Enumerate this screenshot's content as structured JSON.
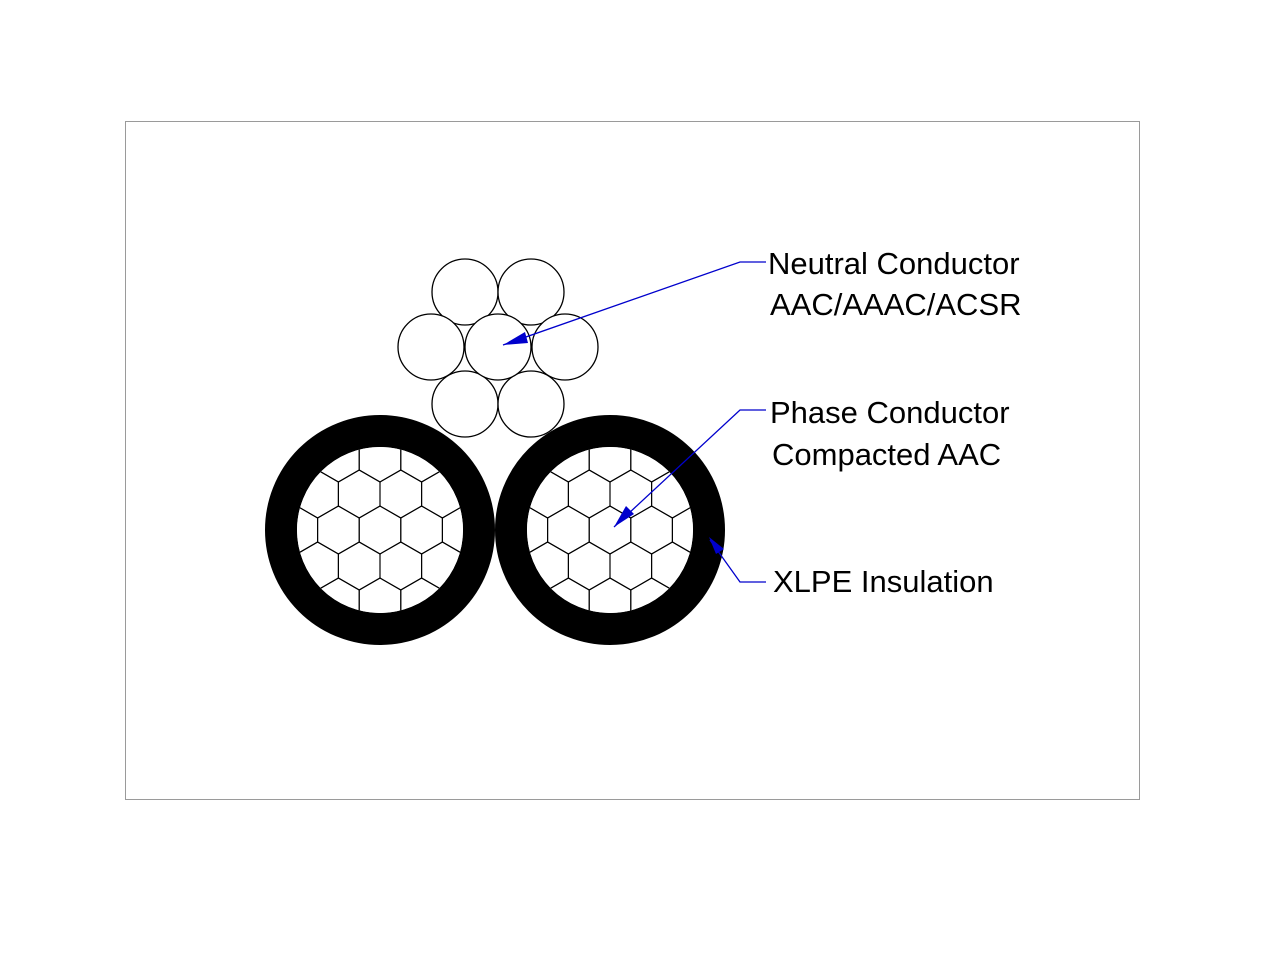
{
  "labels": {
    "neutral_conductor_line1": "Neutral Conductor",
    "neutral_conductor_line2": "AAC/AAAC/ACSR",
    "phase_conductor_line1": "Phase Conductor",
    "phase_conductor_line2": "Compacted AAC",
    "insulation": "XLPE Insulation"
  },
  "colors": {
    "leader_lines": "#0000cc",
    "insulation": "#000000",
    "frame": "#9a9a9a",
    "background": "#ffffff"
  }
}
